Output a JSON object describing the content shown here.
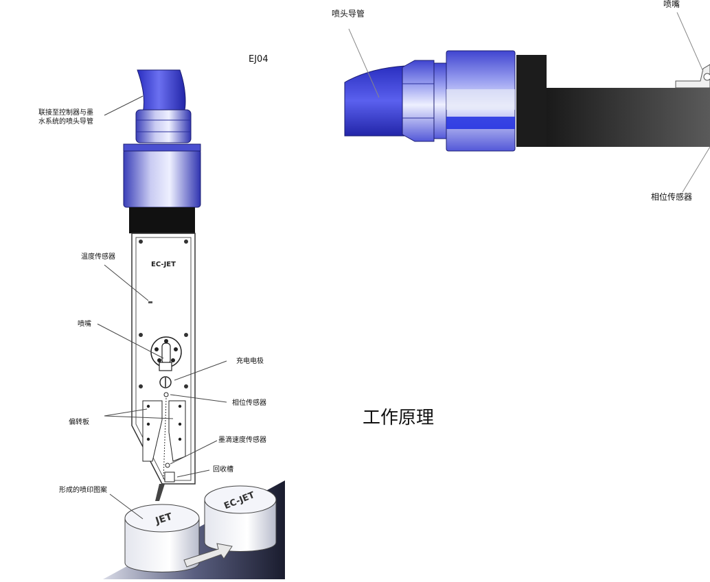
{
  "left_diagram": {
    "model_code": "EJ04",
    "head_brand": "EC-JET",
    "labels": {
      "conduit": "联接至控制器与墨水系统的喷头导管",
      "temp_sensor": "温度传感器",
      "nozzle": "喷嘴",
      "charge_electrode": "充电电极",
      "phase_sensor": "相位传感器",
      "deflection_plates": "偏转板",
      "drop_speed_sensor": "墨滴速度传感器",
      "gutter": "回收槽",
      "print_pattern": "形成的喷印图案"
    },
    "product_marks": {
      "printed": "JET",
      "next": "EC-JET"
    }
  },
  "right_diagram": {
    "labels": {
      "conduit": "喷头导管",
      "nozzle": "喷嘴",
      "phase_sensor": "相位传感器"
    }
  },
  "caption": "工作原理",
  "colors": {
    "hose_blue": "#3b3fd8",
    "body_dark": "#2a2a2a",
    "accent_blue": "#1f2de0"
  }
}
